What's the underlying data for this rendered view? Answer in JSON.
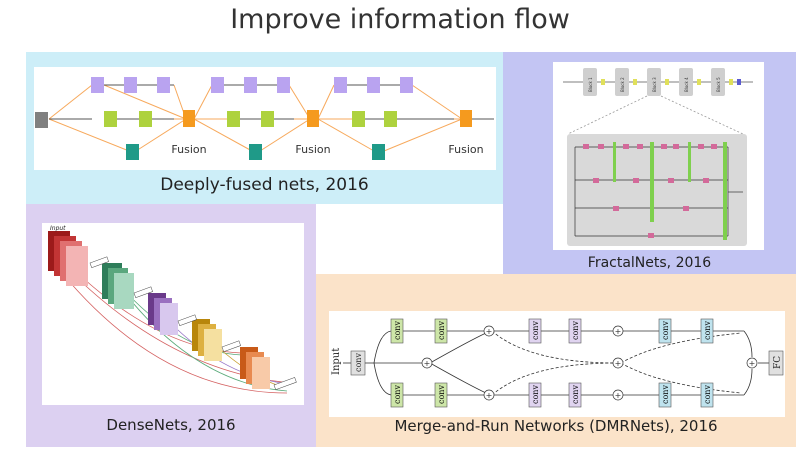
{
  "title": "Improve information flow",
  "panels": {
    "deeply_fused": {
      "caption": "Deeply-fused nets, 2016",
      "fusion_labels": [
        "Fusion",
        "Fusion",
        "Fusion"
      ],
      "bg": "#cdeef8"
    },
    "fractal": {
      "caption": "FractalNets, 2016",
      "blocks": [
        "Block 1",
        "Block 2",
        "Block 3",
        "Block 4",
        "Block 5"
      ],
      "bg": "#c3c5f3"
    },
    "dense": {
      "caption": "DenseNets, 2016",
      "input_label": "Input",
      "bg": "#dcd0f1"
    },
    "dmr": {
      "caption": "Merge-and-Run Networks (DMRNets), 2016",
      "input_label": "Input",
      "conv_label": "conv",
      "fc_label": "FC",
      "bg": "#fbe3c9"
    }
  },
  "colors": {
    "purple_block": "#b9a3f0",
    "green_block": "#aed23e",
    "teal_block": "#1f9a88",
    "orange_fusion": "#f59a1e",
    "gray_input": "#808080"
  }
}
